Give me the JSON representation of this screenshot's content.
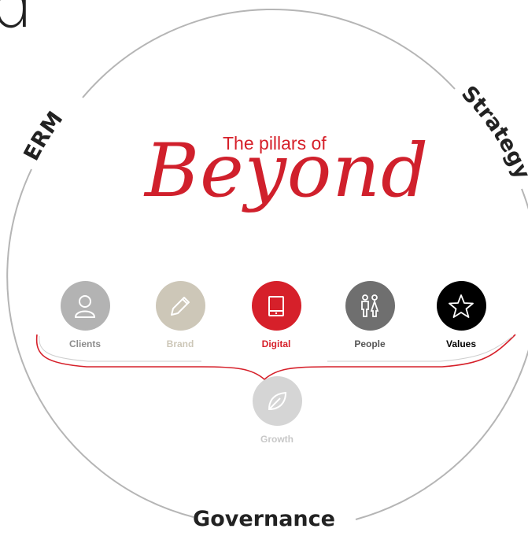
{
  "corner_text": "d",
  "ring_labels": {
    "left": "ERM",
    "right": "Strategy",
    "bottom": "Governance"
  },
  "heading": {
    "tagline": "The pillars of",
    "brand": "Beyond"
  },
  "pillars": [
    {
      "label": "Clients",
      "icon": "person-icon",
      "circle_color": "#b3b3b3",
      "label_color": "#8c8c8c"
    },
    {
      "label": "Brand",
      "icon": "pencil-icon",
      "circle_color": "#cdc7b8",
      "label_color": "#cdc7b8"
    },
    {
      "label": "Digital",
      "icon": "tablet-icon",
      "circle_color": "#d6202a",
      "label_color": "#d6202a"
    },
    {
      "label": "People",
      "icon": "people-icon",
      "circle_color": "#6f6f6f",
      "label_color": "#555555"
    },
    {
      "label": "Values",
      "icon": "star-icon",
      "circle_color": "#000000",
      "label_color": "#000000"
    }
  ],
  "foundation": {
    "label": "Growth",
    "icon": "leaf-icon",
    "circle_color": "#d5d5d5",
    "label_color": "#c8c8c8"
  },
  "colors": {
    "accent": "#d6202a",
    "ring": "#b5b5b5",
    "text": "#222222"
  }
}
